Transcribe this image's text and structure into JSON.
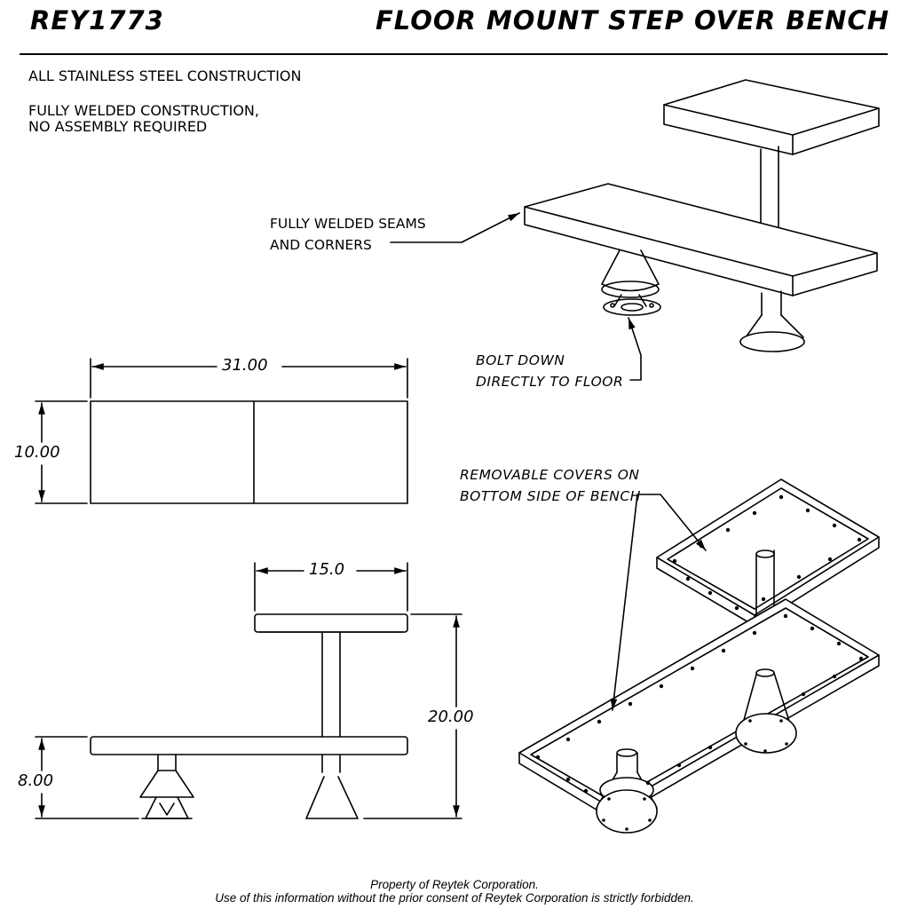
{
  "header": {
    "part_number": "REY1773",
    "title": "FLOOR MOUNT STEP OVER BENCH"
  },
  "notes": {
    "line1": "ALL STAINLESS STEEL CONSTRUCTION",
    "line2a": "FULLY WELDED CONSTRUCTION,",
    "line2b": "NO ASSEMBLY REQUIRED"
  },
  "callouts": {
    "seams_a": "FULLY WELDED SEAMS",
    "seams_b": "AND CORNERS",
    "bolt_a": "BOLT DOWN",
    "bolt_b": "DIRECTLY TO FLOOR",
    "covers_a": "REMOVABLE COVERS ON",
    "covers_b": "BOTTOM SIDE OF BENCH"
  },
  "dimensions": {
    "length": "31.00",
    "width": "10.00",
    "top_seat_length": "15.0",
    "total_height": "20.00",
    "low_height": "8.00"
  },
  "footer": {
    "line1": "Property of Reytek Corporation.",
    "line2": "Use of this information without the prior consent of Reytek Corporation is strictly forbidden."
  }
}
